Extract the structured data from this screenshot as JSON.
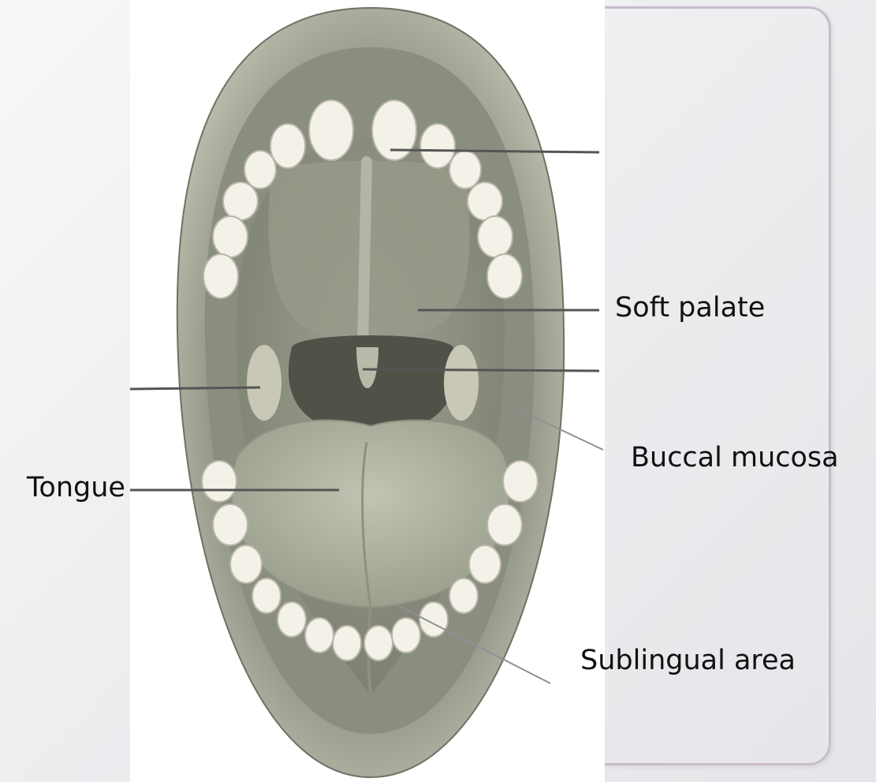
{
  "labels": {
    "soft_palate": "Soft palate",
    "buccal_mucosa": "Buccal mucosa",
    "tongue": "Tongue",
    "sublingual_area": "Sublingual area"
  },
  "colors": {
    "frame_border": "#c7bccb",
    "panel_background": "#ffffff",
    "leader_line": "#555555",
    "tissue": "#a7ab98",
    "teeth": "#f4f2e8"
  }
}
